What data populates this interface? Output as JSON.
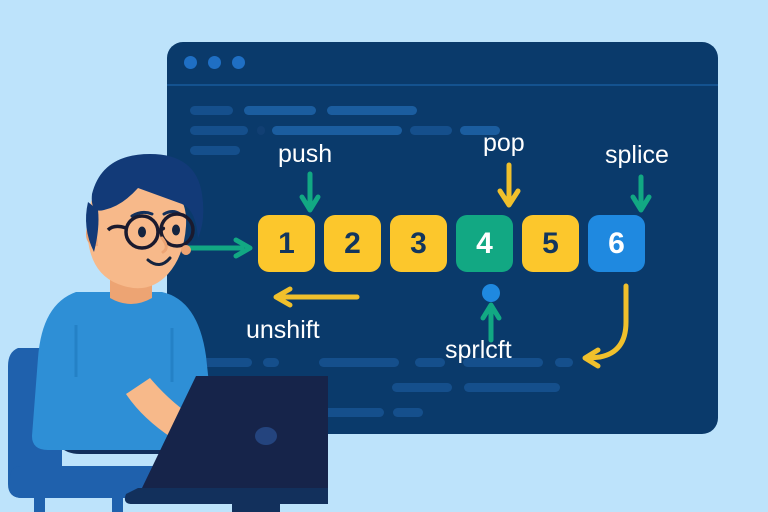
{
  "page": {
    "background_color": "#bde3fb",
    "title": "JavaScript Array Methods Illustration"
  },
  "browser": {
    "window_color": "#0a3a6b",
    "traffic_lights": [
      {
        "name": "dot-one",
        "color": "#1f6fc4"
      },
      {
        "name": "dot-two",
        "color": "#1f6fc4"
      },
      {
        "name": "dot-three",
        "color": "#1f6fc4"
      }
    ]
  },
  "array": {
    "cells": [
      {
        "value": "1",
        "color": "#fcc72c",
        "style": "yellow"
      },
      {
        "value": "2",
        "color": "#fcc72c",
        "style": "yellow"
      },
      {
        "value": "3",
        "color": "#fcc72c",
        "style": "yellow"
      },
      {
        "value": "4",
        "color": "#12a883",
        "style": "teal"
      },
      {
        "value": "5",
        "color": "#fcc72c",
        "style": "yellow"
      },
      {
        "value": "6",
        "color": "#1f89e0",
        "style": "blue"
      }
    ]
  },
  "labels": {
    "push": "push",
    "pop": "pop",
    "splice": "splice",
    "unshift": "unshift",
    "sprlcft": "sprlcft"
  },
  "arrows": {
    "enter_arrow": {
      "name": "enter-right-arrow",
      "color": "#12a883"
    },
    "push_arrow": {
      "name": "push-down-arrow",
      "color": "#12a883"
    },
    "pop_arrow": {
      "name": "pop-down-arrow",
      "color": "#f0c02c"
    },
    "splice_arrow": {
      "name": "splice-down-arrow",
      "color": "#12a883"
    },
    "unshift_arrow": {
      "name": "unshift-left-arrow",
      "color": "#f0c02c"
    },
    "sprlcft_arrow": {
      "name": "sprlcft-up-arrow",
      "color": "#12a883"
    },
    "splice_curve": {
      "name": "splice-curved-arrow",
      "color": "#f0c02c"
    },
    "marker_dot": {
      "name": "sprlcft-marker-dot",
      "color": "#1f89e0"
    }
  },
  "illustration": {
    "name": "person-at-laptop",
    "hair_color": "#123a78",
    "skin_color": "#f7b98a",
    "shirt_color": "#2e8fd6",
    "pants_color": "#12305c",
    "chair_color": "#1f61ad",
    "laptop_color": "#16244a"
  }
}
